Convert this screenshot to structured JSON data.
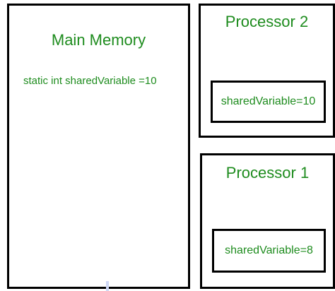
{
  "main_memory": {
    "title": "Main Memory",
    "declaration": "static int sharedVariable =10"
  },
  "processor_2": {
    "title": "Processor 2",
    "cache_value": "sharedVariable=10"
  },
  "processor_1": {
    "title": "Processor 1",
    "cache_value": "sharedVariable=8"
  },
  "colors": {
    "text": "#1e8c1e",
    "border": "#000000"
  }
}
